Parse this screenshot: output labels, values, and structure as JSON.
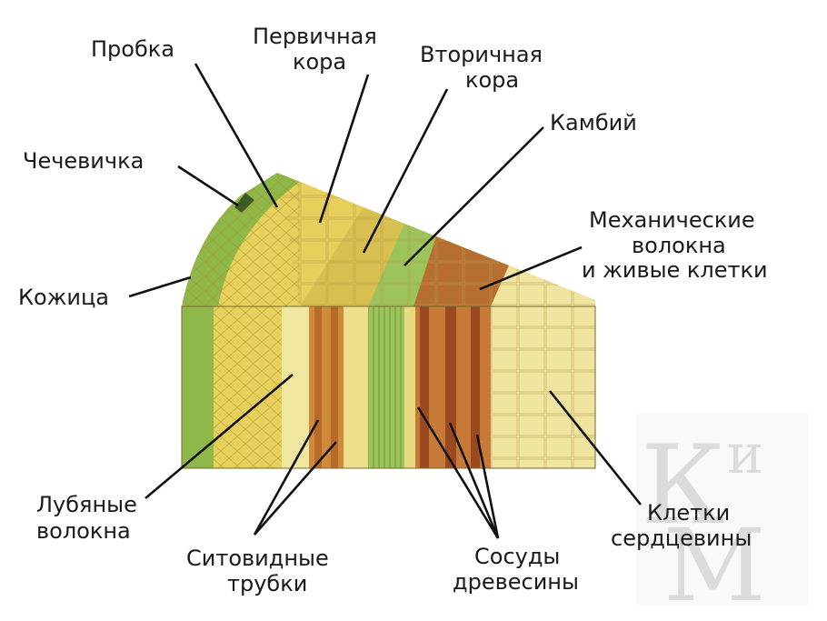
{
  "labels": {
    "probka": "Пробка",
    "pervichnaya_1": "Первичная",
    "pervichnaya_2": "кора",
    "vtorichnaya_1": "Вторичная",
    "vtorichnaya_2": "кора",
    "kambiy": "Камбий",
    "chechevichka": "Чечевичка",
    "mekh_1": "Механические",
    "mekh_2": "волокна",
    "mekh_3": "и живые клетки",
    "kozhitsa": "Кожица",
    "lub_1": "Лубяные",
    "lub_2": "волокна",
    "sito_1": "Ситовидные",
    "sito_2": "трубки",
    "sosudy_1": "Сосуды",
    "sosudy_2": "древесины",
    "kletki_1": "Клетки",
    "kletki_2": "сердцевины"
  },
  "watermark": "КиМ",
  "colors": {
    "epidermis_green": "#8fb84a",
    "cork_green": "#b9cf6a",
    "cortex_yellow": "#e6cf5a",
    "sieve_orange": "#d08a3c",
    "cambium_green": "#9cc45a",
    "vessel_brown": "#b0602a",
    "pith_pale": "#efe3a0"
  }
}
